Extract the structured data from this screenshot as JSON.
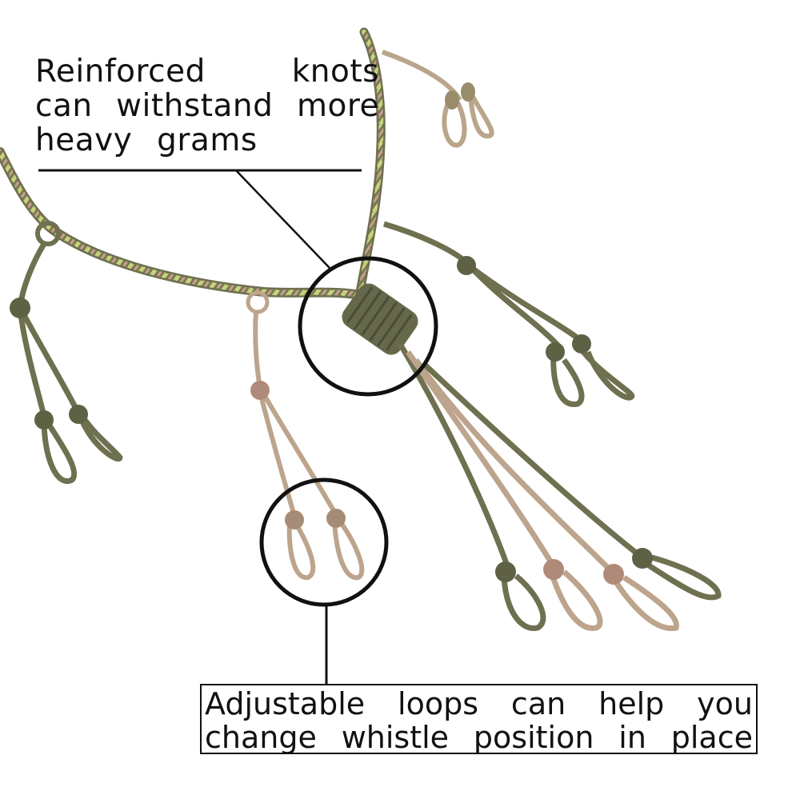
{
  "captions": {
    "top_lines": [
      "Reinforced knots",
      "can withstand more",
      "heavy grams"
    ],
    "bottom_lines": [
      "Adjustable loops can help you",
      "change whistle position in place"
    ]
  },
  "colors": {
    "cord_olive": "#6f7050",
    "cord_camo_pink": "#c7a08e",
    "cord_camo_lime": "#c8d27a",
    "outline": "#111111",
    "background": "#ffffff"
  }
}
